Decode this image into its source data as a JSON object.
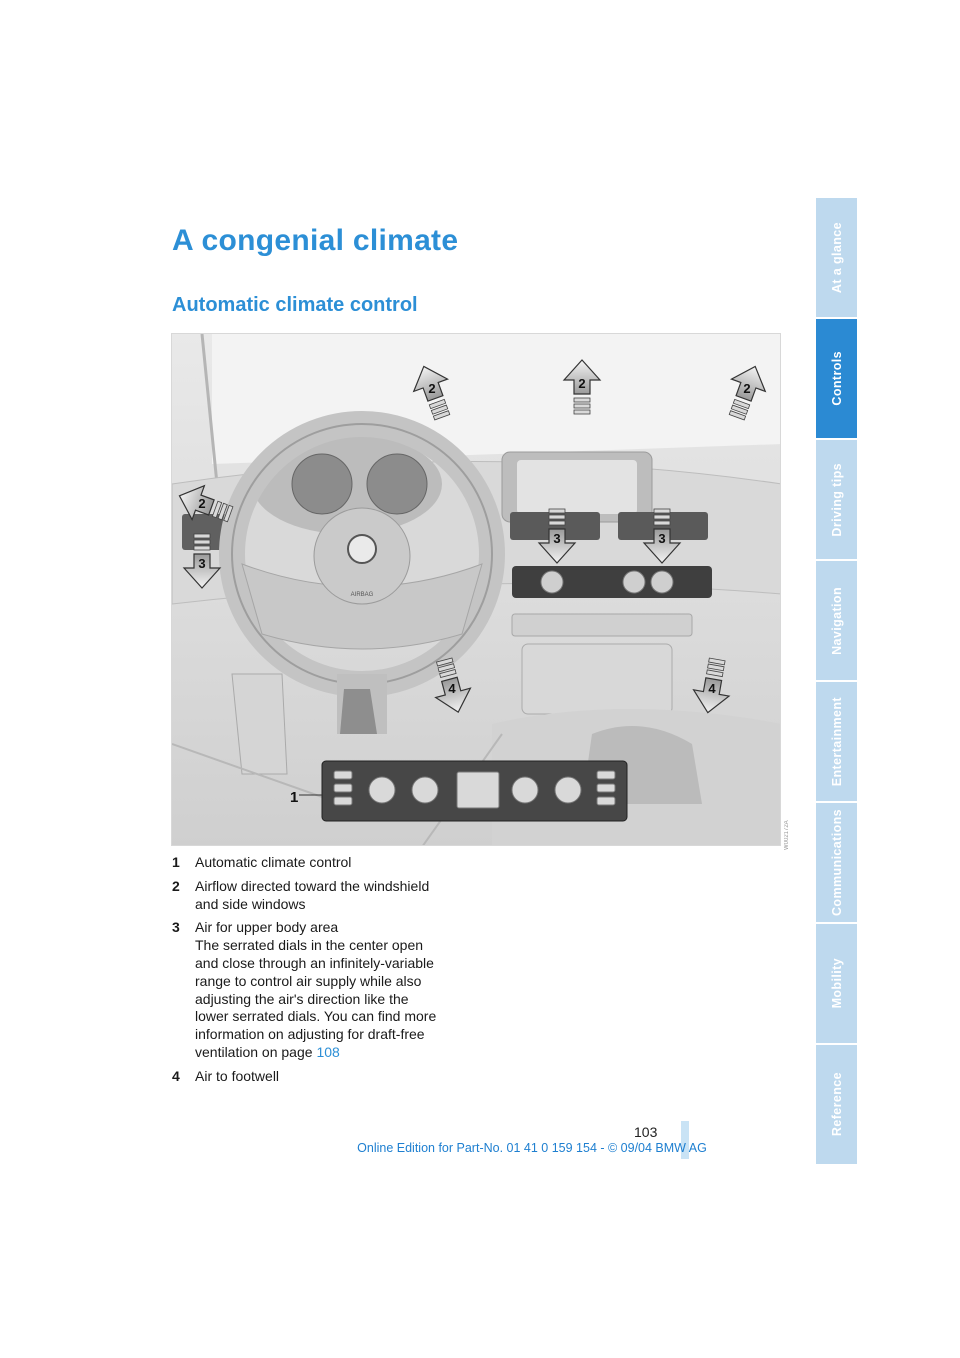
{
  "heading": "A congenial climate",
  "subheading": "Automatic climate control",
  "figure": {
    "callouts": [
      "1",
      "2",
      "2",
      "2",
      "2",
      "3",
      "3",
      "3",
      "4",
      "4"
    ],
    "airbag_label": "AIRBAG",
    "image_code": "W002172A"
  },
  "legend": [
    {
      "num": "1",
      "lines": [
        "Automatic climate control"
      ]
    },
    {
      "num": "2",
      "lines": [
        "Airflow directed toward the windshield",
        "and side windows"
      ]
    },
    {
      "num": "3",
      "lines": [
        "Air for upper body area",
        "The serrated dials in the center open",
        "and close through an infinitely-variable",
        "range to control air supply while also",
        "adjusting the air's direction like the",
        "lower serrated dials. You can find more",
        "information on adjusting for draft-free"
      ],
      "last_line": "ventilation on page ",
      "link": "108"
    },
    {
      "num": "4",
      "lines": [
        "Air to footwell"
      ]
    }
  ],
  "page_number": "103",
  "footer": "Online Edition for Part-No. 01 41 0 159 154 - © 09/04 BMW AG",
  "tabs": [
    {
      "label": "At a glance",
      "active": false
    },
    {
      "label": "Controls",
      "active": true
    },
    {
      "label": "Driving tips",
      "active": false
    },
    {
      "label": "Navigation",
      "active": false
    },
    {
      "label": "Entertainment",
      "active": false
    },
    {
      "label": "Communications",
      "active": false
    },
    {
      "label": "Mobility",
      "active": false
    },
    {
      "label": "Reference",
      "active": false
    }
  ],
  "colors": {
    "accent": "#2c8fd6",
    "tab_active": "#2b8ad3",
    "tab_inactive": "#bed9ee"
  }
}
